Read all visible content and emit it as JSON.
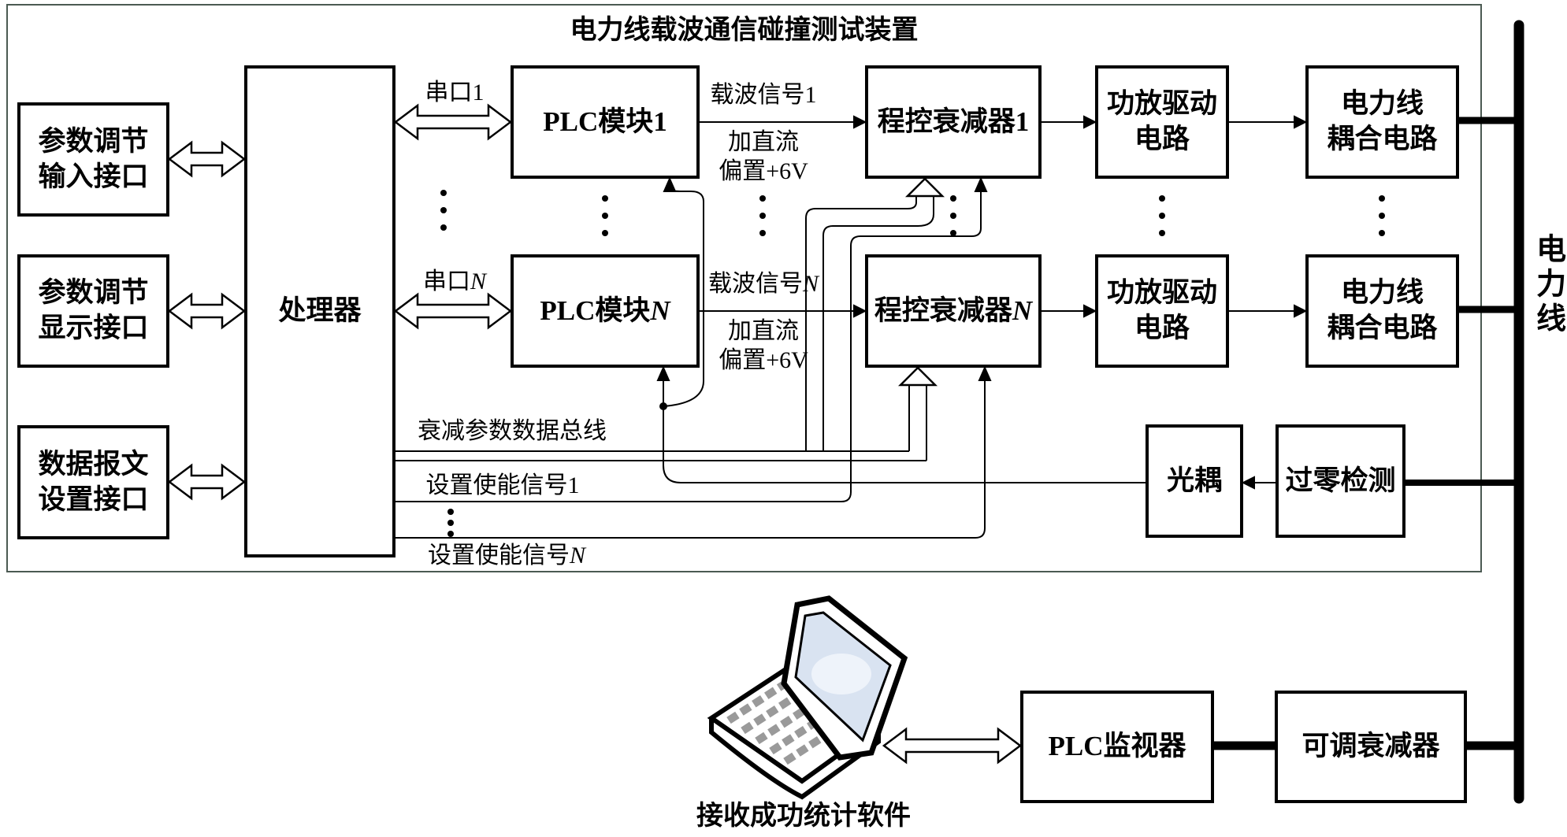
{
  "title": "电力线载波通信碰撞测试装置",
  "interfaces": [
    [
      "参数调节",
      "输入接口"
    ],
    [
      "参数调节",
      "显示接口"
    ],
    [
      "数据报文",
      "设置接口"
    ]
  ],
  "processor": "处理器",
  "rows": [
    {
      "serial": [
        "串口",
        "1"
      ],
      "plc": [
        "PLC模块",
        "1"
      ],
      "carrier": [
        "载波信号",
        "1"
      ],
      "bias": [
        "加直流",
        "偏置+6V"
      ],
      "attenuator": [
        "程控衰减器",
        "1"
      ],
      "amp": [
        "功放驱动",
        "电路"
      ],
      "coupling": [
        "电力线",
        "耦合电路"
      ]
    },
    {
      "serial": [
        "串口",
        "N"
      ],
      "plc": [
        "PLC模块",
        "N"
      ],
      "carrier": [
        "载波信号",
        "N"
      ],
      "bias": [
        "加直流",
        "偏置+6V"
      ],
      "attenuator": [
        "程控衰减器",
        "N"
      ],
      "amp": [
        "功放驱动",
        "电路"
      ],
      "coupling": [
        "电力线",
        "耦合电路"
      ]
    }
  ],
  "bus_label": "衰减参数数据总线",
  "enables": [
    [
      "设置使能信号",
      "1"
    ],
    [
      "设置使能信号",
      "N"
    ]
  ],
  "optocoupler": "光耦",
  "zero_crossing": "过零检测",
  "power_line": "电力线",
  "bottom": {
    "caption": "接收成功统计软件",
    "monitor": "PLC监视器",
    "adjustable": "可调衰减器"
  },
  "colors": {
    "line": "#000000",
    "frame": "#4b5a52",
    "screen": "#d9e3f1",
    "keys": "#9a9a9a"
  }
}
